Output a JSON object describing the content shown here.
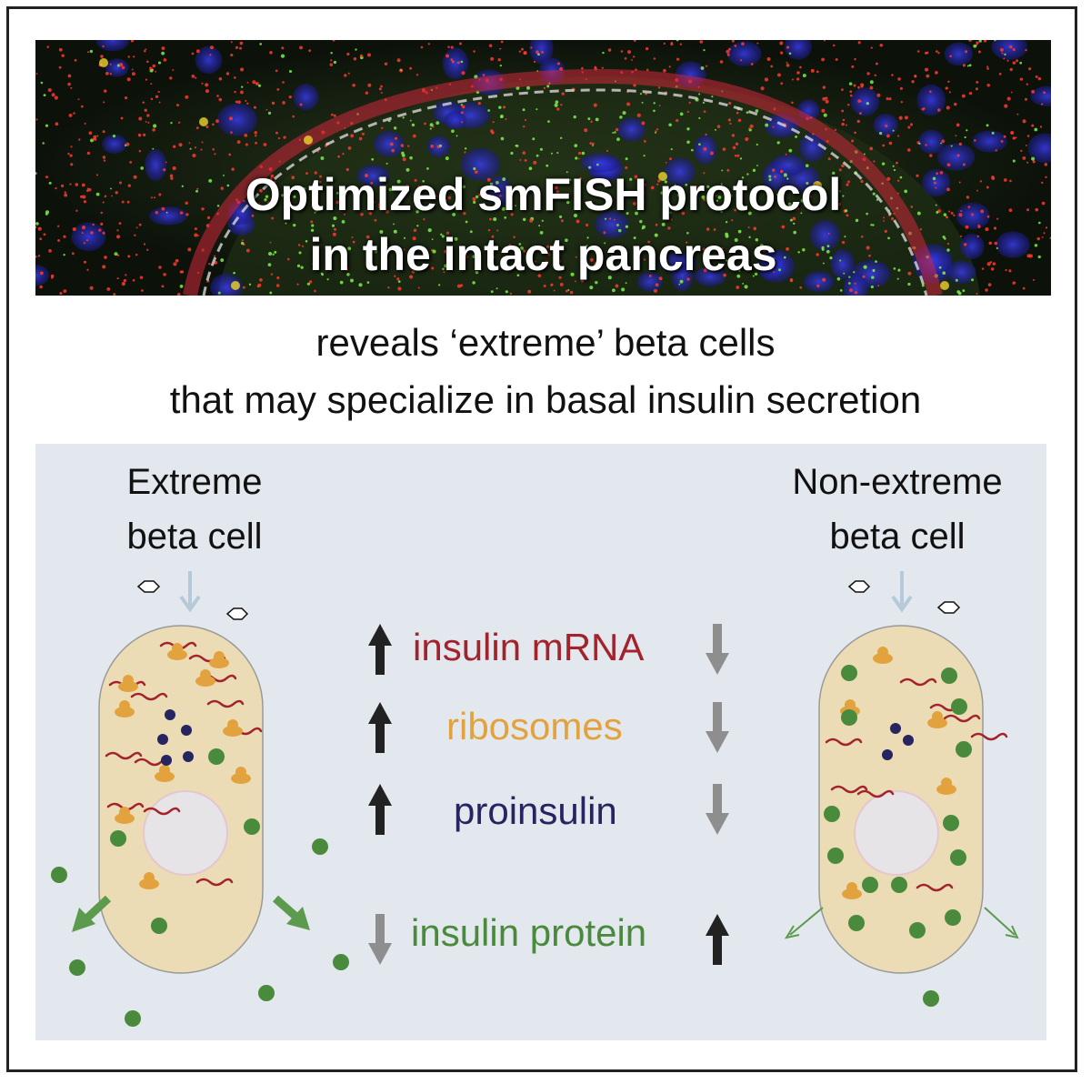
{
  "banner": {
    "title_line1": "Optimized smFISH protocol",
    "title_line2": "in the intact pancreas"
  },
  "subtitle": {
    "line1": "reveals ‘extreme’ beta cells",
    "line2": "that may specialize in basal insulin secretion"
  },
  "cells": {
    "extreme": {
      "title_line1": "Extreme",
      "title_line2": "beta cell"
    },
    "non_extreme": {
      "title_line1": "Non-extreme",
      "title_line2": "beta cell"
    }
  },
  "comparison": [
    {
      "label": "insulin mRNA",
      "color": "#a3232d",
      "extreme": "up",
      "non_extreme": "down"
    },
    {
      "label": "ribosomes",
      "color": "#e2a33f",
      "extreme": "up",
      "non_extreme": "down"
    },
    {
      "label": "proinsulin",
      "color": "#262461",
      "extreme": "up",
      "non_extreme": "down"
    },
    {
      "label": "insulin protein",
      "color": "#4a8a3c",
      "extreme": "down",
      "non_extreme": "up"
    }
  ],
  "colors": {
    "panel_bg": "#e3e8ee",
    "cell_fill": "#ecdcb5",
    "nucleus": "#e6e4e6",
    "mrna": "#a3232d",
    "ribosome": "#e2a33f",
    "proinsulin": "#262461",
    "insulin": "#4a8a3c",
    "arrow_dark": "#222222",
    "arrow_gray": "#8e8e8e",
    "glucose_arrow": "#b6c9d8"
  }
}
